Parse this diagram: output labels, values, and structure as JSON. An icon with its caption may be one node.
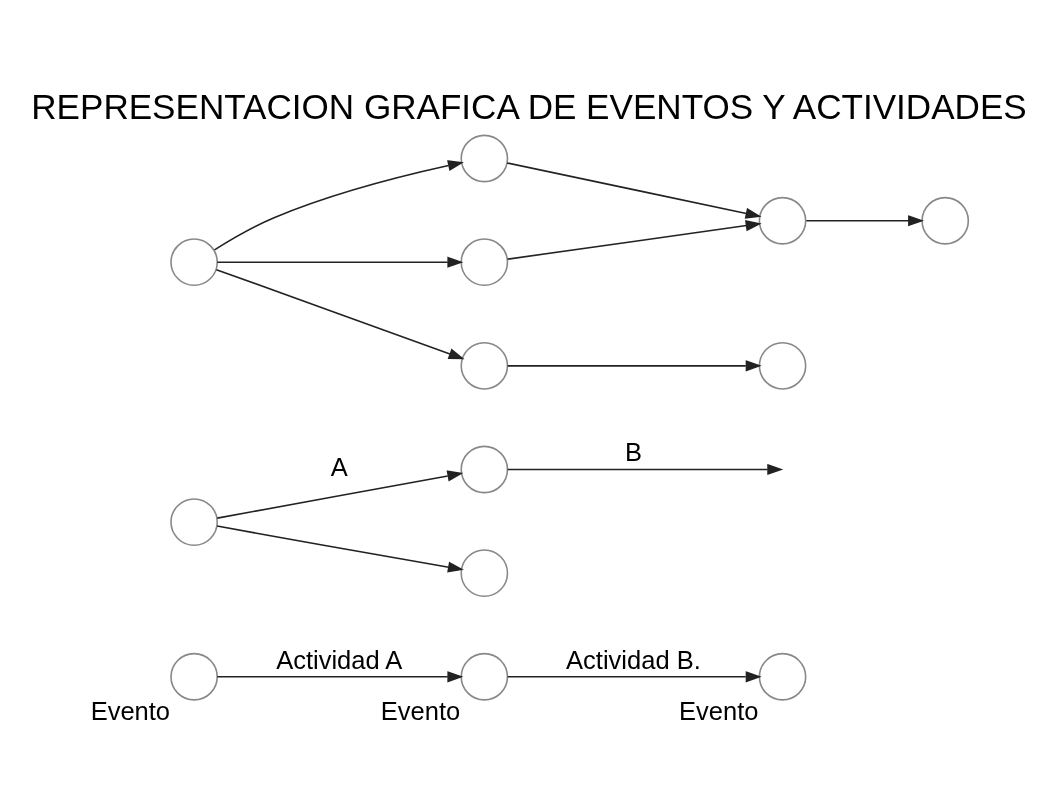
{
  "diagram": {
    "title": "REPRESENTACION GRAFICA DE EVENTOS Y ACTIVIDADES",
    "nodes": [
      {
        "text": [],
        "shape": "circle",
        "beside": [
          "Evento"
        ]
      },
      {
        "text": [],
        "shape": "circle",
        "beside": [
          "Evento"
        ]
      },
      {
        "text": [],
        "shape": "circle",
        "beside": [
          "Evento"
        ]
      },
      {
        "text": [],
        "shape": "circle"
      },
      {
        "text": [],
        "shape": "circle"
      },
      {
        "text": [],
        "shape": "circle"
      },
      {
        "text": [],
        "shape": "circle"
      },
      {
        "text": [],
        "shape": "circle"
      },
      {
        "text": [],
        "shape": "circle"
      },
      {
        "text": [],
        "shape": "circle"
      },
      {
        "text": [],
        "shape": "circle"
      },
      {
        "text": [],
        "shape": "circle"
      },
      {
        "text": [],
        "shape": "circle"
      }
    ],
    "edges": [
      {
        "from": 0,
        "to": 1,
        "arrow": "to",
        "label": "Actividad A"
      },
      {
        "from": 1,
        "to": 2,
        "arrow": "to",
        "label": "Actividad B."
      },
      {
        "from": 3,
        "to": 4,
        "arrow": "to",
        "label": "A"
      },
      {
        "from": 4,
        "to": null,
        "arrow": "to",
        "label": "B"
      },
      {
        "from": 3,
        "to": 5,
        "arrow": "to"
      },
      {
        "from": 6,
        "to": 7,
        "arrow": "to"
      },
      {
        "from": 6,
        "to": 8,
        "arrow": "to"
      },
      {
        "from": 6,
        "to": 9,
        "arrow": "to"
      },
      {
        "from": 7,
        "to": 10,
        "arrow": "to"
      },
      {
        "from": 8,
        "to": 10,
        "arrow": "to"
      },
      {
        "from": 10,
        "to": 11,
        "arrow": "to"
      },
      {
        "from": 9,
        "to": 12,
        "arrow": "to"
      }
    ]
  }
}
